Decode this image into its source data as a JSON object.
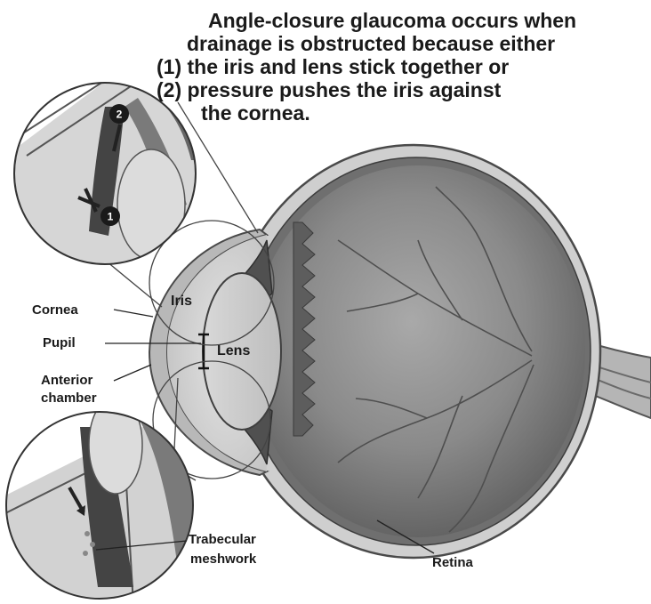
{
  "caption": {
    "lines": [
      "Angle-closure glaucoma occurs when",
      "drainage is obstructed because either",
      "(1) the iris and lens stick together or",
      "(2) pressure pushes the iris against",
      "the cornea."
    ]
  },
  "labels": {
    "cornea": "Cornea",
    "pupil": "Pupil",
    "anterior_chamber_line1": "Anterior",
    "anterior_chamber_line2": "chamber",
    "iris": "Iris",
    "lens": "Lens",
    "trabecular_line1": "Trabecular",
    "trabecular_line2": "meshwork",
    "retina": "Retina"
  },
  "badges": {
    "one": "1",
    "two": "2"
  }
}
